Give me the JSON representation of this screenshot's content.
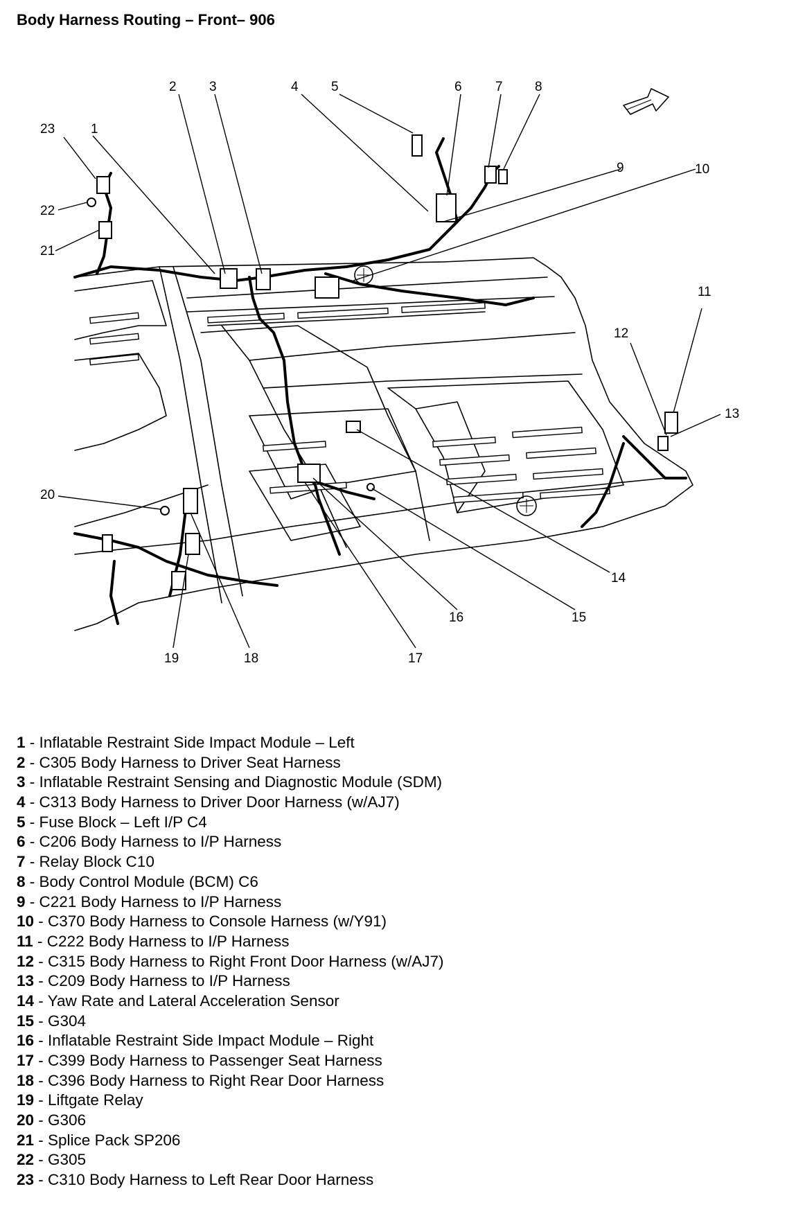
{
  "title": "Body Harness Routing – Front– 906",
  "callouts": [
    "1",
    "2",
    "3",
    "4",
    "5",
    "6",
    "7",
    "8",
    "9",
    "10",
    "11",
    "12",
    "13",
    "14",
    "15",
    "16",
    "17",
    "18",
    "19",
    "20",
    "21",
    "22",
    "23"
  ],
  "legend": [
    {
      "num": "1",
      "sep": " - ",
      "text": "Inflatable Restraint Side Impact Module – Left"
    },
    {
      "num": "2",
      "sep": " - ",
      "text": "C305 Body Harness to Driver Seat Harness"
    },
    {
      "num": "3",
      "sep": " - ",
      "text": "Inflatable Restraint Sensing and Diagnostic Module (SDM)"
    },
    {
      "num": "4",
      "sep": " - ",
      "text": "C313 Body Harness to Driver Door Harness (w/AJ7)"
    },
    {
      "num": "5",
      "sep": " - ",
      "text": "Fuse Block – Left I/P C4"
    },
    {
      "num": "6",
      "sep": " - ",
      "text": "C206 Body Harness to I/P Harness"
    },
    {
      "num": "7",
      "sep": " - ",
      "text": "Relay Block C10"
    },
    {
      "num": "8",
      "sep": " - ",
      "text": "Body Control Module (BCM) C6"
    },
    {
      "num": "9",
      "sep": " - ",
      "text": "C221 Body Harness to I/P Harness"
    },
    {
      "num": "10",
      "sep": " - ",
      "text": "C370 Body Harness to Console Harness (w/Y91)"
    },
    {
      "num": "11",
      "sep": " - ",
      "text": "C222 Body Harness to I/P Harness"
    },
    {
      "num": "12",
      "sep": " - ",
      "text": "C315 Body Harness to Right Front Door Harness (w/AJ7)"
    },
    {
      "num": "13",
      "sep": " - ",
      "text": "C209 Body Harness to I/P Harness"
    },
    {
      "num": "14",
      "sep": " - ",
      "text": "Yaw Rate and Lateral Acceleration Sensor"
    },
    {
      "num": "15",
      "sep": " - ",
      "text": "G304"
    },
    {
      "num": "16",
      "sep": " - ",
      "text": "Inflatable Restraint Side Impact Module – Right"
    },
    {
      "num": "17",
      "sep": " - ",
      "text": "C399 Body Harness to Passenger Seat Harness"
    },
    {
      "num": "18",
      "sep": " - ",
      "text": "C396 Body Harness to Right Rear Door Harness"
    },
    {
      "num": "19",
      "sep": " - ",
      "text": "Liftgate Relay"
    },
    {
      "num": "20",
      "sep": " - ",
      "text": "G306"
    },
    {
      "num": "21",
      "sep": " - ",
      "text": "Splice Pack SP206"
    },
    {
      "num": "22",
      "sep": " - ",
      "text": "G305"
    },
    {
      "num": "23",
      "sep": " - ",
      "text": "C310 Body Harness to Left Rear Door Harness"
    }
  ],
  "icons": {
    "direction_arrow": "front-direction-arrow-icon"
  }
}
